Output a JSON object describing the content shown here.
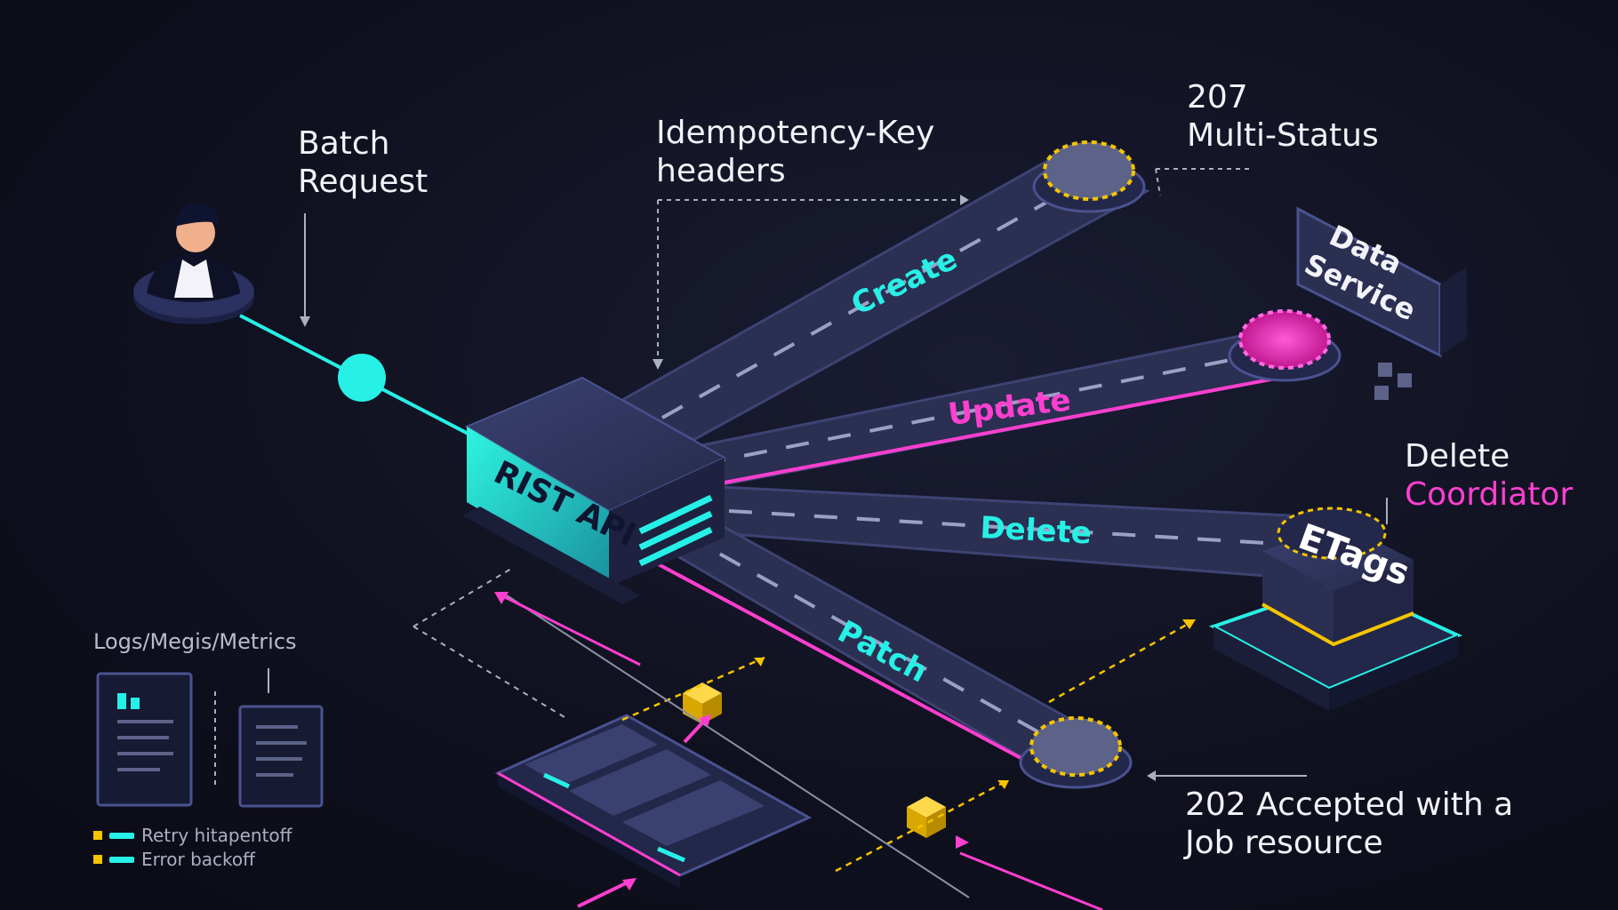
{
  "labels": {
    "batch_request": [
      "Batch",
      "Request"
    ],
    "idempotency": [
      "Idempotency-Key",
      "headers"
    ],
    "multi_status": [
      "207",
      "Multi-Status"
    ],
    "data_service": [
      "Data",
      "Service"
    ],
    "delete_coordinator": [
      "Delete",
      "Coordiator"
    ],
    "etags": "ETags",
    "accepted": [
      "202 Accepted with a",
      "Job resource"
    ],
    "logs": "Logs/Megis/Metrics",
    "api": "RIST API"
  },
  "lanes": {
    "create": "Create",
    "update": "Update",
    "delete": "Delete",
    "patch": "Patch"
  },
  "legend": [
    {
      "label": "Retry hitapentoff"
    },
    {
      "label": "Error backoff"
    }
  ],
  "colors": {
    "background": "#10111f",
    "cyan": "#27f0e6",
    "magenta": "#ff3fd0",
    "gold": "#f5c400",
    "lane": "#2b2f52"
  }
}
